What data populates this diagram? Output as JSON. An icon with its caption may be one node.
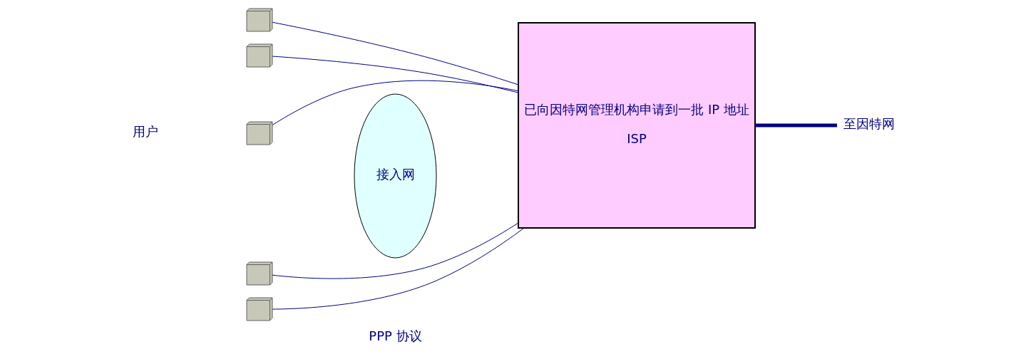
{
  "diagram": {
    "nodes": [
      {
        "text": [],
        "shape": "computer"
      },
      {
        "text": [],
        "shape": "computer"
      },
      {
        "text": [],
        "shape": "computer"
      },
      {
        "text": [],
        "shape": "computer"
      },
      {
        "text": [],
        "shape": "computer"
      },
      {
        "text": [
          "接入网"
        ]
      },
      {
        "text": [
          "已向因特网管理机构申请到一批 IP 地址",
          "ISP"
        ]
      },
      {
        "text": [
          "至因特网"
        ]
      }
    ],
    "edges": [
      {
        "from": 0,
        "to": 6,
        "arrow": "none"
      },
      {
        "from": 1,
        "to": 6,
        "arrow": "none"
      },
      {
        "from": 2,
        "to": 6,
        "arrow": "none"
      },
      {
        "from": 3,
        "to": 6,
        "arrow": "none"
      },
      {
        "from": 4,
        "to": 6,
        "arrow": "none"
      },
      {
        "from": 6,
        "to": 7,
        "arrow": "none",
        "style": "thick"
      }
    ],
    "labels": [
      "用户",
      "PPP 协议"
    ]
  }
}
